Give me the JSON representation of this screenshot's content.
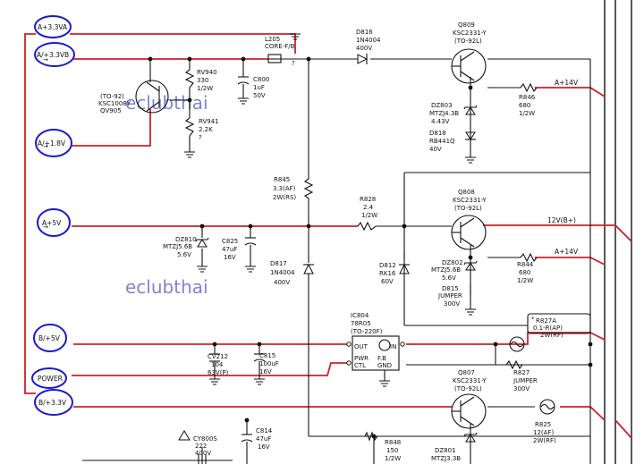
{
  "watermarks": [
    "eclubthai",
    "eclubthai"
  ],
  "nets": {
    "a33va": "A+3.3VA",
    "a33vb": "A/+3.3VB",
    "a18v": "A/+1.8V",
    "a5v": "A+5V",
    "b5v": "B/+5V",
    "power": "POWER",
    "b33v": "B/+3.3V",
    "a14v_1": "A+14V",
    "b12v": "12V(B+)",
    "a14v_2": "A+14V"
  },
  "parts": {
    "l205": [
      "L205",
      "CORE-F/B",
      "?"
    ],
    "d816": [
      "D816",
      "1N4004",
      "400V"
    ],
    "q809": [
      "Q809",
      "KSC2331-Y",
      "(TO-92L)"
    ],
    "rv940": [
      "RV940",
      "330",
      "1/2W"
    ],
    "c800": [
      "C800",
      "1uF",
      "50V"
    ],
    "q905": [
      "(TO-92)",
      "KSC1008Y",
      "QV905"
    ],
    "rv941": [
      "RV941",
      "2.2K",
      "?"
    ],
    "r846": [
      "R846",
      "680",
      "1/2W"
    ],
    "dz803": [
      "DZ803",
      "MTZJ4.3B",
      "4.43V"
    ],
    "d818": [
      "D818",
      "RB441Q",
      "40V"
    ],
    "r845": [
      "R845",
      "3.3(AF)",
      "2W(RS)"
    ],
    "r828": [
      "R828",
      "2.4",
      "1/2W"
    ],
    "q808": [
      "Q808",
      "KSC2331-Y",
      "(TO-92L)"
    ],
    "dz810": [
      "DZ810",
      "MTZJ5.6B",
      "5.6V"
    ],
    "c825": [
      "C825",
      "47uF",
      "16V"
    ],
    "d817": [
      "D817",
      "1N4004",
      "400V"
    ],
    "d812": [
      "D812",
      "RK16",
      "60V"
    ],
    "dz802": [
      "DZ802",
      "MTZJ5.6B",
      "5.6V"
    ],
    "r844": [
      "R844",
      "680",
      "1/2W"
    ],
    "d815": [
      "D815",
      "JUMPER",
      "300V"
    ],
    "ic804": [
      "IC804",
      "78R05",
      "(TO-220F)"
    ],
    "cv212": [
      "CV212",
      "104",
      "63V(P)"
    ],
    "c815": [
      "C815",
      "100uF",
      "16V"
    ],
    "r827a": [
      "R827A",
      "0.1-R(AP)",
      "2W(RF)"
    ],
    "r827": [
      "R827",
      "JUMPER",
      "300V"
    ],
    "q807": [
      "Q807",
      "KSC2331-Y",
      "(TO-92L)"
    ],
    "cy800s": [
      "CY800S",
      "222",
      "400V"
    ],
    "c814": [
      "C814",
      "47uF",
      "16V"
    ],
    "r848": [
      "R848",
      "150",
      "1/2W"
    ],
    "dz801": [
      "DZ801",
      "MTZJ3.3B"
    ],
    "r825": [
      "R825",
      "12(AF)",
      "2W(RF)"
    ]
  },
  "ic_pins": {
    "out": "OUT",
    "pwr": "PWR",
    "ctl": "CTL",
    "in": "IN",
    "fb": "F.B",
    "gnd": "GND"
  },
  "marks": {
    "star": "*",
    "arrow": "→"
  },
  "colors": {
    "highlight_line": "#d0202a",
    "net_circle": "#1a1ad2",
    "watermark": "#7f84d6"
  }
}
